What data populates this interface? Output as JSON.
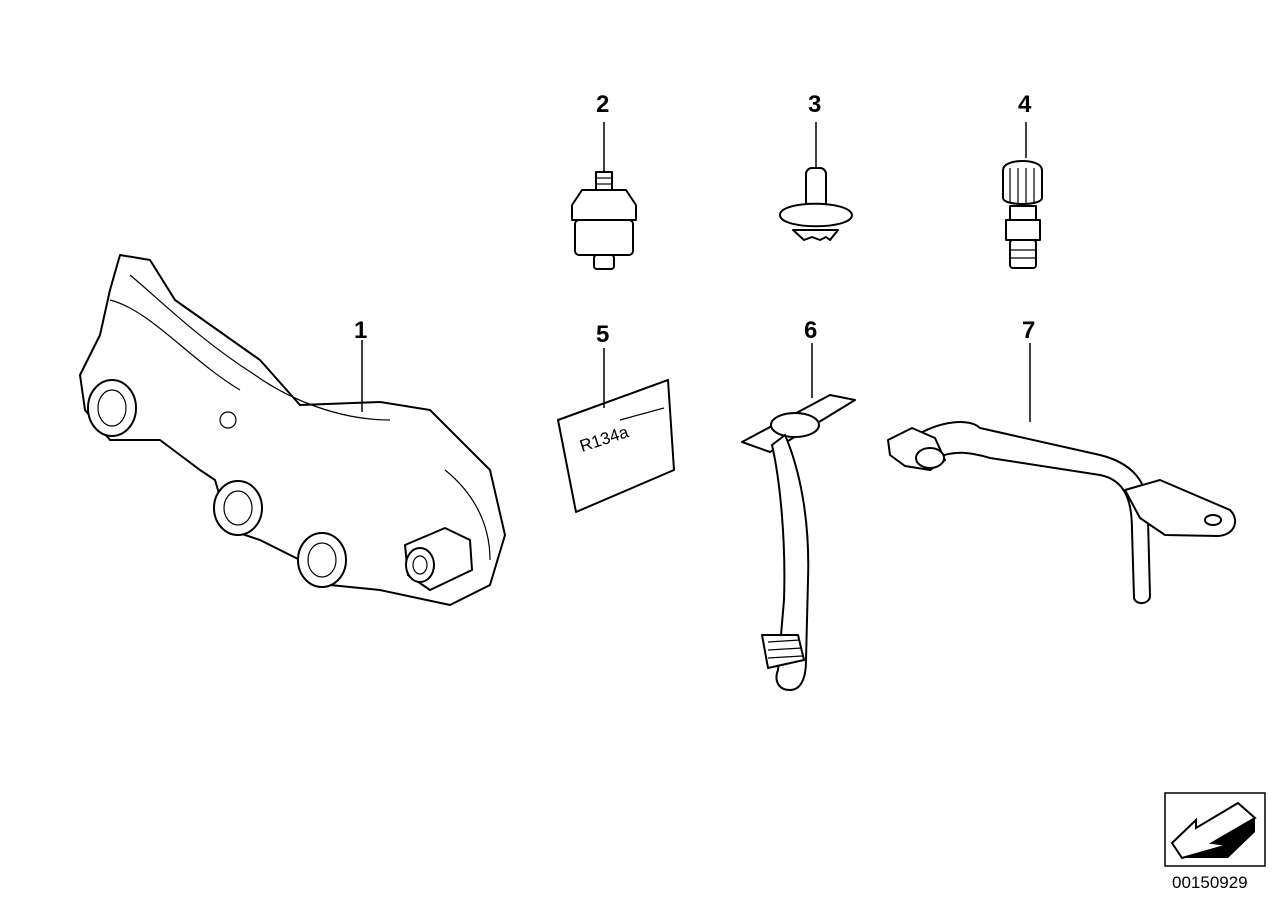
{
  "callouts": [
    "1",
    "2",
    "3",
    "4",
    "5",
    "6",
    "7"
  ],
  "label_text": "R134a",
  "drawing_number": "00150929"
}
